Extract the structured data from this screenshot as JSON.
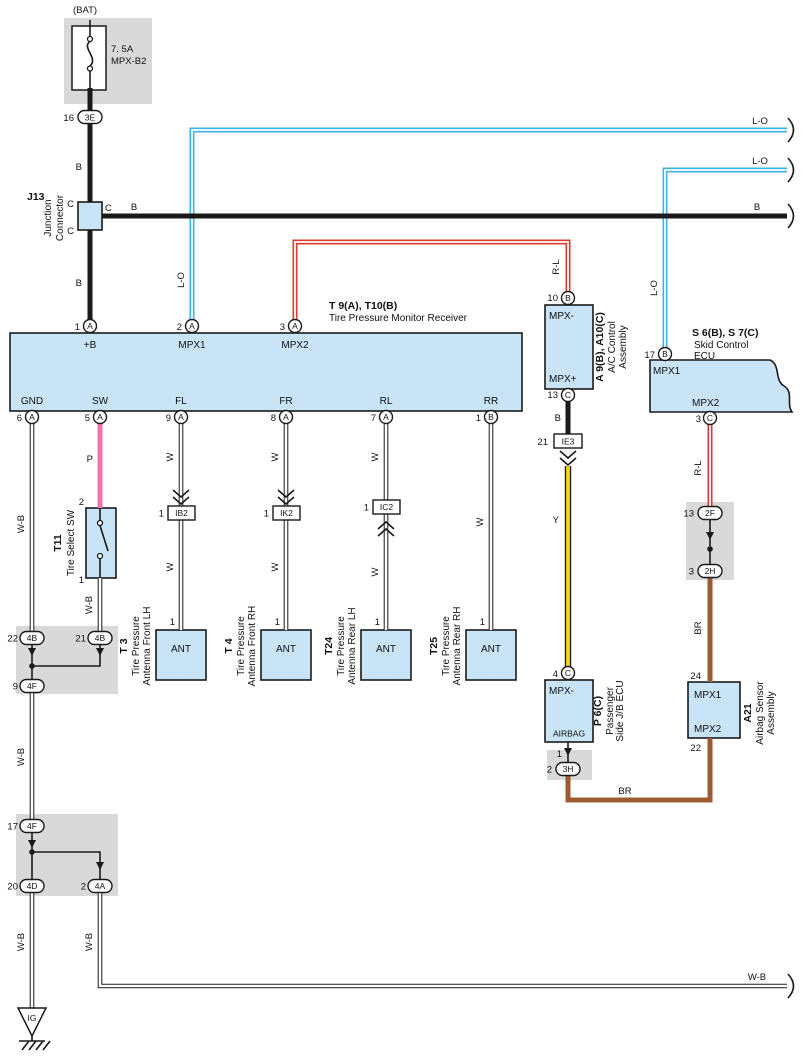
{
  "pins": {
    "a": "A",
    "b": "B",
    "c": "C"
  },
  "wires": {
    "b": "B",
    "w": "W",
    "wb": "W-B",
    "lo": "L-O",
    "rl": "R-L",
    "p": "P",
    "y": "Y",
    "br": "BR"
  },
  "colors": {
    "component_fill": "#c8e4f6",
    "connector_gray": "#d9d9d9",
    "wire_black": "#1a1a1a",
    "wire_cyan": "#3cb4e5",
    "wire_red": "#e0392e",
    "wire_pink": "#f173ac",
    "wire_yellow": "#f3d511",
    "wire_brown": "#9c5c30"
  },
  "fuse": {
    "bat": "(BAT)",
    "rating": "7. 5A",
    "name": "MPX-B2",
    "pin": "16",
    "conn": "3E"
  },
  "junction": {
    "id": "J13",
    "name1": "Junction",
    "name2": "Connector",
    "pin": "C"
  },
  "receiver": {
    "id": "T 9(A), T10(B)",
    "name": "Tire Pressure Monitor Receiver",
    "top_pins": [
      {
        "num": "1",
        "code": "A",
        "label": "+B"
      },
      {
        "num": "2",
        "code": "A",
        "label": "MPX1"
      },
      {
        "num": "3",
        "code": "A",
        "label": "MPX2"
      }
    ],
    "bottom_pins": [
      {
        "num": "6",
        "code": "A",
        "label": "GND"
      },
      {
        "num": "5",
        "code": "A",
        "label": "SW"
      },
      {
        "num": "9",
        "code": "A",
        "label": "FL"
      },
      {
        "num": "8",
        "code": "A",
        "label": "FR"
      },
      {
        "num": "7",
        "code": "A",
        "label": "RL"
      },
      {
        "num": "1",
        "code": "B",
        "label": "RR"
      }
    ]
  },
  "ac": {
    "id": "A 9(B), A10(C)",
    "name1": "A/C Control",
    "name2": "Assembly",
    "top_label": "MPX-",
    "bottom_label": "MPX+",
    "top_pin": "10",
    "top_code": "B",
    "bottom_pin": "13",
    "bottom_code": "C"
  },
  "skid": {
    "id": "S 6(B), S 7(C)",
    "name1": "Skid Control",
    "name2": "ECU",
    "top_label": "MPX1",
    "bottom_label": "MPX2",
    "top_pin": "17",
    "top_code": "B",
    "bottom_pin": "3",
    "bottom_code": "C"
  },
  "ie3": {
    "pin": "21",
    "code": "IE3"
  },
  "jb": {
    "id": "P 6(C)",
    "name1": "Passenger",
    "name2": "Side J/B ECU",
    "top_label": "MPX-",
    "bottom_label": "AIRBAG",
    "top_pin": "4",
    "top_code": "C",
    "bottom_pin": "1",
    "conn_pin": "2",
    "conn_code": "3H"
  },
  "airbag": {
    "id": "A21",
    "name1": "Airbag Sensor",
    "name2": "Assembly",
    "top_label": "MPX1",
    "bottom_label": "MPX2",
    "top_pin": "24",
    "bottom_pin": "22"
  },
  "conn2": {
    "top_pin": "13",
    "top_code": "2F",
    "bottom_pin": "3",
    "bottom_code": "2H"
  },
  "tsel": {
    "id": "T11",
    "name": "Tire Select SW",
    "top_pin": "2",
    "bottom_pin": "1"
  },
  "antennas": [
    {
      "id": "T 3",
      "name1": "Tire Pressure",
      "name2": "Antenna Front LH",
      "pin": "1",
      "label": "ANT",
      "conn_pin": "1",
      "conn_code": "IB2"
    },
    {
      "id": "T 4",
      "name1": "Tire Pressure",
      "name2": "Antenna Front RH",
      "pin": "1",
      "label": "ANT",
      "conn_pin": "1",
      "conn_code": "IK2"
    },
    {
      "id": "T24",
      "name1": "Tire Pressure",
      "name2": "Antenna Rear LH",
      "pin": "1",
      "label": "ANT",
      "conn_pin": "1",
      "conn_code": "IC2"
    },
    {
      "id": "T25",
      "name1": "Tire Pressure",
      "name2": "Antenna Rear RH",
      "pin": "1",
      "label": "ANT"
    }
  ],
  "gb1": {
    "tl_pin": "22",
    "tl_code": "4B",
    "tr_pin": "21",
    "tr_code": "4B",
    "b_pin": "9",
    "b_code": "4F"
  },
  "gb2": {
    "t_pin": "17",
    "t_code": "4F",
    "bl_pin": "20",
    "bl_code": "4D",
    "br_pin": "2",
    "br_code": "4A"
  },
  "ground": {
    "label": "IG"
  }
}
